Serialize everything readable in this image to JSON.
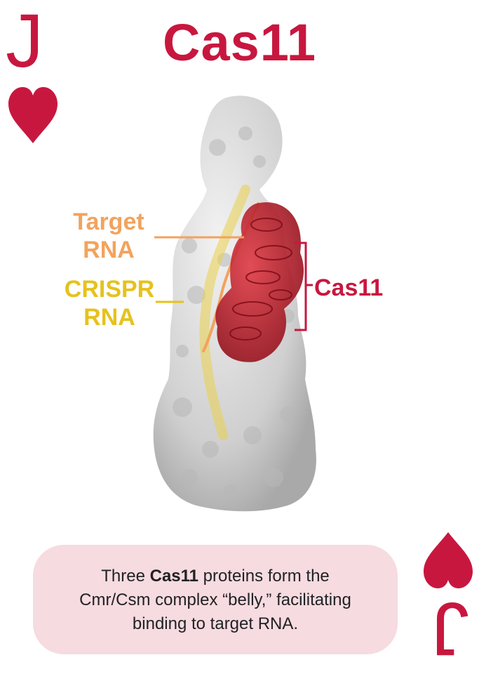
{
  "card": {
    "rank": "J",
    "title": "Cas11",
    "suit_color": "#c8173f"
  },
  "labels": {
    "target_line1": "Target",
    "target_line2": "RNA",
    "crispr_line1": "CRISPR",
    "crispr_line2": "RNA",
    "cas11": "Cas11"
  },
  "caption": {
    "pre": "Three ",
    "bold": "Cas11",
    "post": " proteins form the Cmr/Csm complex “belly,” facilitating binding to target RNA."
  },
  "colors": {
    "accent": "#c8173f",
    "target": "#f2a35e",
    "crispr": "#e6c21d",
    "caption_bg": "#f6dbe1"
  }
}
